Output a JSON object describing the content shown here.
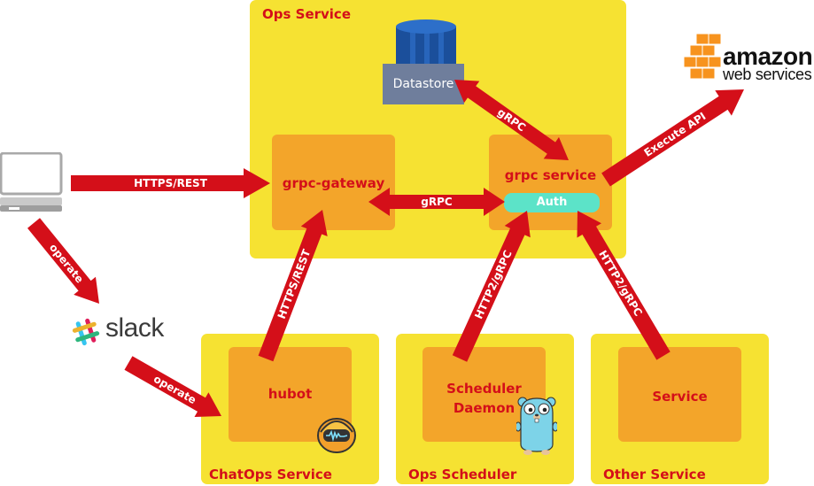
{
  "panels": {
    "ops_service": "Ops Service",
    "chatops_service": "ChatOps Service",
    "ops_scheduler": "Ops Scheduler",
    "other_service": "Other Service"
  },
  "components": {
    "datastore": "Datastore",
    "grpc_gateway": "grpc-gateway",
    "grpc_service": "grpc service",
    "auth": "Auth",
    "hubot": "hubot",
    "scheduler_line1": "Scheduler",
    "scheduler_line2": "Daemon",
    "service": "Service"
  },
  "arrows": {
    "https_rest_client": "HTTPS/REST",
    "operate_client_slack": "operate",
    "operate_slack_hubot": "operate",
    "https_rest_hubot": "HTTPS/REST",
    "grpc_gateway_service": "gRPC",
    "grpc_datastore": "gRPC",
    "execute_api": "Execute API",
    "http2_grpc_scheduler": "HTTP2/gRPC",
    "http2_grpc_service": "HTTP2/gRPC"
  },
  "logos": {
    "slack": "slack",
    "amazon_main": "amazon",
    "amazon_sub": "web services"
  },
  "icons": {
    "client": "computer-icon",
    "datastore": "database-icon",
    "slack": "slack-logo-icon",
    "aws": "aws-logo-icon",
    "hubot": "hubot-icon",
    "gopher": "go-gopher-icon"
  },
  "colors": {
    "panel": "#f6e232",
    "component": "#f3a52a",
    "arrow": "#d40f19",
    "label": "#d40f19",
    "auth": "#5ce3c8",
    "datastore": "#1b4f9b"
  }
}
